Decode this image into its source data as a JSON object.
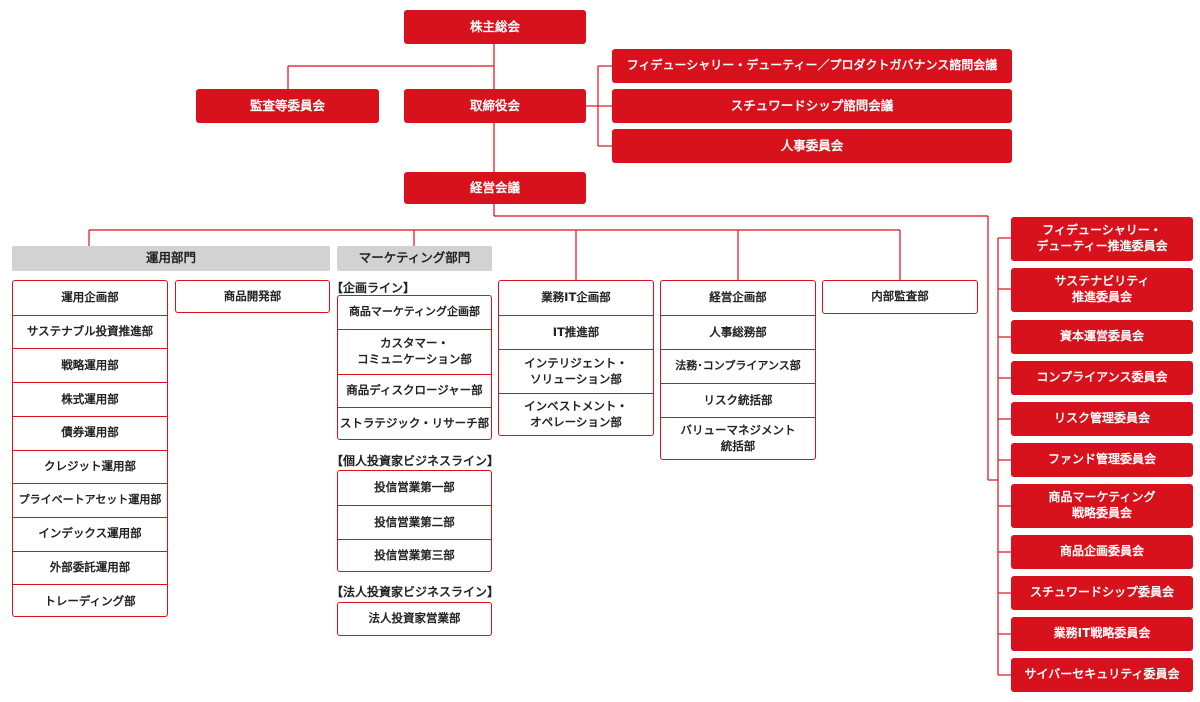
{
  "colors": {
    "accent": "#d7121d",
    "gray": "#d2d2d2",
    "line": "#d7121d"
  },
  "top": {
    "shareholders": "株主総会",
    "audit": "監査等委員会",
    "board": "取締役会",
    "management": "経営会議"
  },
  "board_committees": [
    "フィデューシャリー・デューティー／プロダクトガバナンス諮問会議",
    "スチュワードシップ諮問会議",
    "人事委員会"
  ],
  "investment_division": {
    "header": "運用部門",
    "departments": [
      "運用企画部",
      "サステナブル投資推進部",
      "戦略運用部",
      "株式運用部",
      "債券運用部",
      "クレジット運用部",
      "プライベートアセット運用部",
      "インデックス運用部",
      "外部委託運用部",
      "トレーディング部"
    ],
    "product_dev": "商品開発部"
  },
  "marketing_division": {
    "header": "マーケティング部門",
    "planning_label": "【企画ライン】",
    "planning": [
      "商品マーケティング企画部",
      "カスタマー・\nコミュニケーション部",
      "商品ディスクロージャー部",
      "ストラテジック・リサーチ部"
    ],
    "retail_label": "【個人投資家ビジネスライン】",
    "retail": [
      "投信営業第一部",
      "投信営業第二部",
      "投信営業第三部"
    ],
    "institutional_label": "【法人投資家ビジネスライン】",
    "institutional": [
      "法人投資家営業部"
    ]
  },
  "it_group": [
    "業務IT企画部",
    "IT推進部",
    "インテリジェント・\nソリューション部",
    "インベストメント・\nオペレーション部"
  ],
  "corporate_group": [
    "経営企画部",
    "人事総務部",
    "法務･コンプライアンス部",
    "リスク統括部",
    "バリューマネジメント\n統括部"
  ],
  "internal_audit": "内部監査部",
  "management_committees": [
    "フィデューシャリー・\nデューティー推進委員会",
    "サステナビリティ\n推進委員会",
    "資本運営委員会",
    "コンプライアンス委員会",
    "リスク管理委員会",
    "ファンド管理委員会",
    "商品マーケティング\n戦略委員会",
    "商品企画委員会",
    "スチュワードシップ委員会",
    "業務IT戦略委員会",
    "サイバーセキュリティ委員会"
  ]
}
